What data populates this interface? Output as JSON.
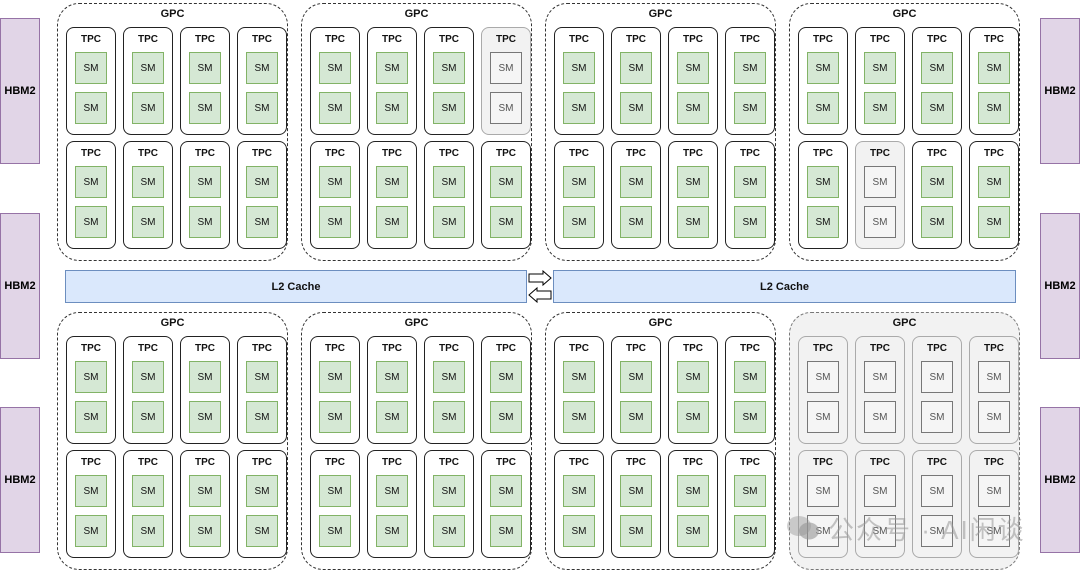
{
  "hbm_label": "HBM2",
  "l2_label": "L2 Cache",
  "gpc_label": "GPC",
  "tpc_label": "TPC",
  "sm_label": "SM",
  "watermark_text": "公众号 · AI闲谈",
  "colors": {
    "hbm_fill": "#e1d5e7",
    "l2_fill": "#dae8fc",
    "sm_active_fill": "#d5e8d4",
    "disabled_fill": "#f5f5f5"
  },
  "gpcs": [
    {
      "disabled": false,
      "tpcs": [
        [
          1,
          1
        ],
        [
          1,
          1
        ],
        [
          1,
          1
        ],
        [
          1,
          1
        ],
        [
          1,
          1
        ],
        [
          1,
          1
        ],
        [
          1,
          1
        ],
        [
          1,
          1
        ]
      ]
    },
    {
      "disabled": false,
      "tpcs": [
        [
          1,
          1
        ],
        [
          1,
          1
        ],
        [
          1,
          1
        ],
        [
          0,
          0
        ],
        [
          1,
          1
        ],
        [
          1,
          1
        ],
        [
          1,
          1
        ],
        [
          1,
          1
        ]
      ]
    },
    {
      "disabled": false,
      "tpcs": [
        [
          1,
          1
        ],
        [
          1,
          1
        ],
        [
          1,
          1
        ],
        [
          1,
          1
        ],
        [
          1,
          1
        ],
        [
          1,
          1
        ],
        [
          1,
          1
        ],
        [
          1,
          1
        ]
      ]
    },
    {
      "disabled": false,
      "tpcs": [
        [
          1,
          1
        ],
        [
          1,
          1
        ],
        [
          1,
          1
        ],
        [
          1,
          1
        ],
        [
          1,
          1
        ],
        [
          0,
          0
        ],
        [
          1,
          1
        ],
        [
          1,
          1
        ]
      ]
    },
    {
      "disabled": false,
      "tpcs": [
        [
          1,
          1
        ],
        [
          1,
          1
        ],
        [
          1,
          1
        ],
        [
          1,
          1
        ],
        [
          1,
          1
        ],
        [
          1,
          1
        ],
        [
          1,
          1
        ],
        [
          1,
          1
        ]
      ]
    },
    {
      "disabled": false,
      "tpcs": [
        [
          1,
          1
        ],
        [
          1,
          1
        ],
        [
          1,
          1
        ],
        [
          1,
          1
        ],
        [
          1,
          1
        ],
        [
          1,
          1
        ],
        [
          1,
          1
        ],
        [
          1,
          1
        ]
      ]
    },
    {
      "disabled": false,
      "tpcs": [
        [
          1,
          1
        ],
        [
          1,
          1
        ],
        [
          1,
          1
        ],
        [
          1,
          1
        ],
        [
          1,
          1
        ],
        [
          1,
          1
        ],
        [
          1,
          1
        ],
        [
          1,
          1
        ]
      ]
    },
    {
      "disabled": true,
      "tpcs": [
        [
          0,
          0
        ],
        [
          0,
          0
        ],
        [
          0,
          0
        ],
        [
          0,
          0
        ],
        [
          0,
          0
        ],
        [
          0,
          0
        ],
        [
          0,
          0
        ],
        [
          0,
          0
        ]
      ]
    }
  ]
}
